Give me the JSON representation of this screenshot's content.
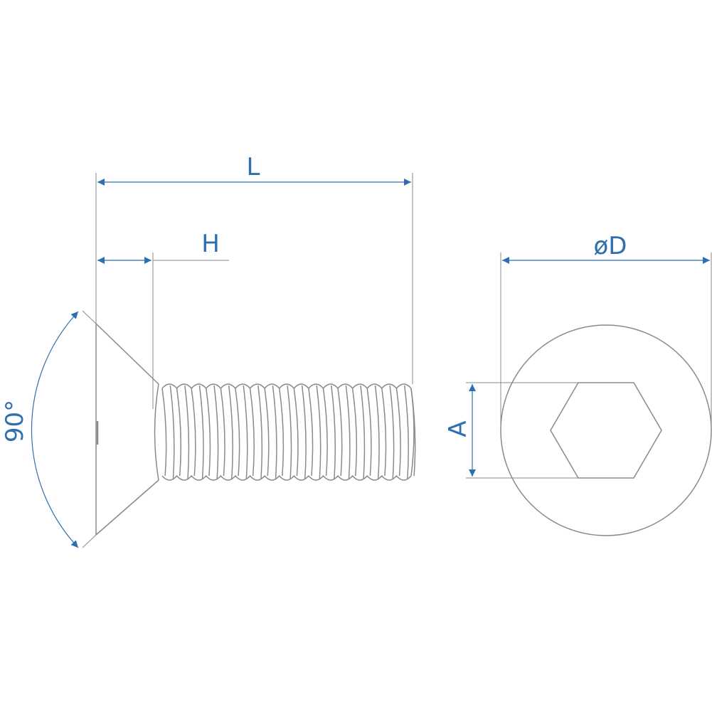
{
  "labels": {
    "length": "L",
    "head_height": "H",
    "head_diameter": "øD",
    "socket_size": "A",
    "head_angle": "90°"
  },
  "thread": {
    "turns": 17
  },
  "colors": {
    "outline": "#8a8a8a",
    "dimension": "#2f6fb0",
    "background": "#ffffff"
  },
  "icons": {
    "diameter_symbol": "circle-slash",
    "arrow": "filled-triangle-arrowhead"
  }
}
